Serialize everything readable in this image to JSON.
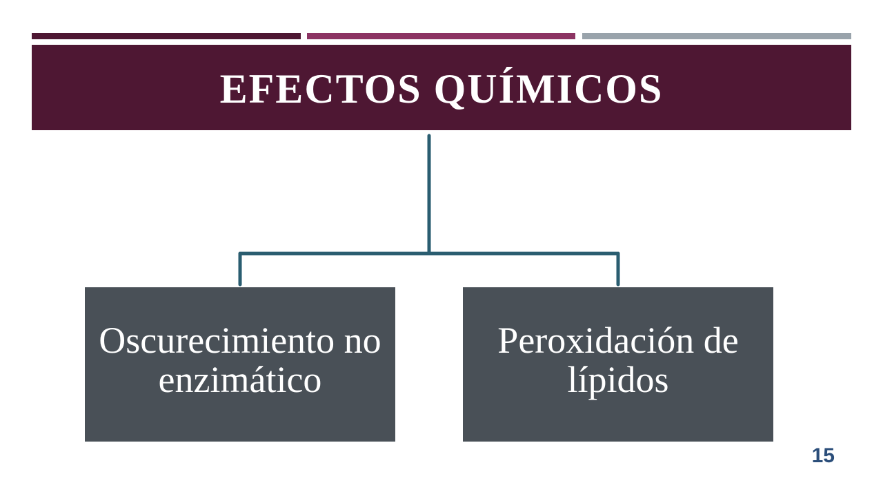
{
  "slide": {
    "title": "EFECTOS QUÍMICOS",
    "page_number": "15"
  },
  "diagram": {
    "type": "hierarchy",
    "root": "EFECTOS QUÍMICOS",
    "children": [
      "Oscurecimiento no enzimático",
      "Peroxidación de lípidos"
    ]
  },
  "colors": {
    "accent_dark": "#4e1733",
    "accent_magenta": "#8c3463",
    "accent_gray": "#99a3ab",
    "title_background": "#4e1733",
    "connector": "#2a5d70",
    "node_background": "#495057",
    "node_text": "#ffffff",
    "page_number": "#2b4e7a"
  }
}
